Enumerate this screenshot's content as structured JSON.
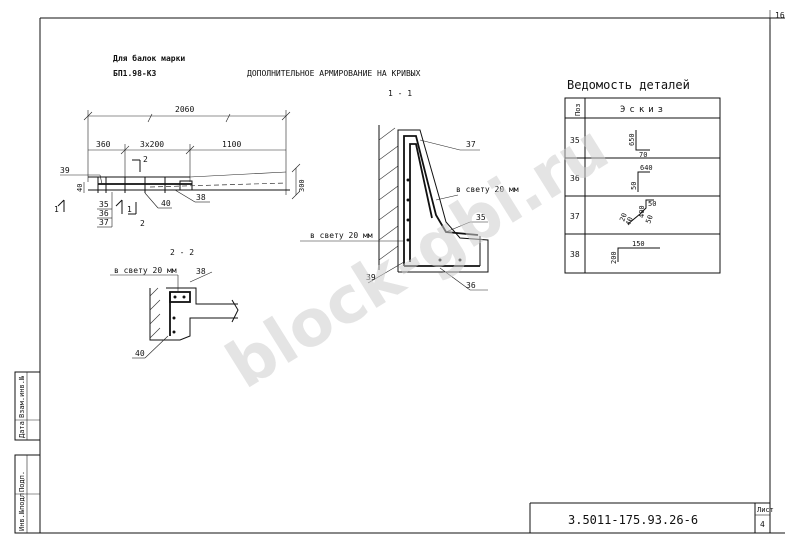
{
  "header": {
    "beam_label_line1": "Для балок марки",
    "beam_label_line2": "БП1.98-К3",
    "main_title": "ДОПОЛНИТЕЛЬНОЕ АРМИРОВАНИЕ НА КРИВЫХ",
    "corner_number": "16"
  },
  "plan": {
    "dim_total": "2060",
    "dim_a": "360",
    "dim_b": "3x200",
    "dim_c": "1100",
    "dim_height": "300",
    "dim_left": "40",
    "pos_39": "39",
    "pos_35": "35",
    "pos_36": "36",
    "pos_37": "37",
    "pos_40": "40",
    "pos_38": "38",
    "cut_1_left": "1",
    "cut_1_right": "1",
    "cut_2_top": "2",
    "cut_2_bottom": "2"
  },
  "section_1": {
    "title": "1 - 1",
    "pos_37": "37",
    "pos_35": "35",
    "pos_39": "39",
    "pos_36": "36",
    "clear_1": "в свету 20 мм",
    "clear_2": "в свету 20 мм"
  },
  "section_2": {
    "title": "2 - 2",
    "clear": "в свету 20 мм",
    "pos_38": "38",
    "pos_40": "40"
  },
  "schedule": {
    "title": "Ведомость деталей",
    "col_pos": "Поз",
    "col_sketch": "Эскиз",
    "rows": [
      {
        "pos": "35",
        "d1": "650",
        "d2": "70"
      },
      {
        "pos": "36",
        "d1": "640",
        "d2": "50"
      },
      {
        "pos": "37",
        "d1": "50",
        "d2": "400",
        "d3": "20",
        "d4": "40",
        "d5": "50"
      },
      {
        "pos": "38",
        "d1": "150",
        "d2": "200"
      }
    ]
  },
  "title_block": {
    "doc_number": "3.5011-175.93.26-6",
    "sheet_label": "Лист",
    "sheet_number": "4"
  },
  "side_stamp": {
    "inv_orig": "Инв.№подл.",
    "signature": "Подп.",
    "replace_inv": "Взам.инв.№",
    "date": "Дата"
  },
  "watermark": "block-gbi.ru"
}
